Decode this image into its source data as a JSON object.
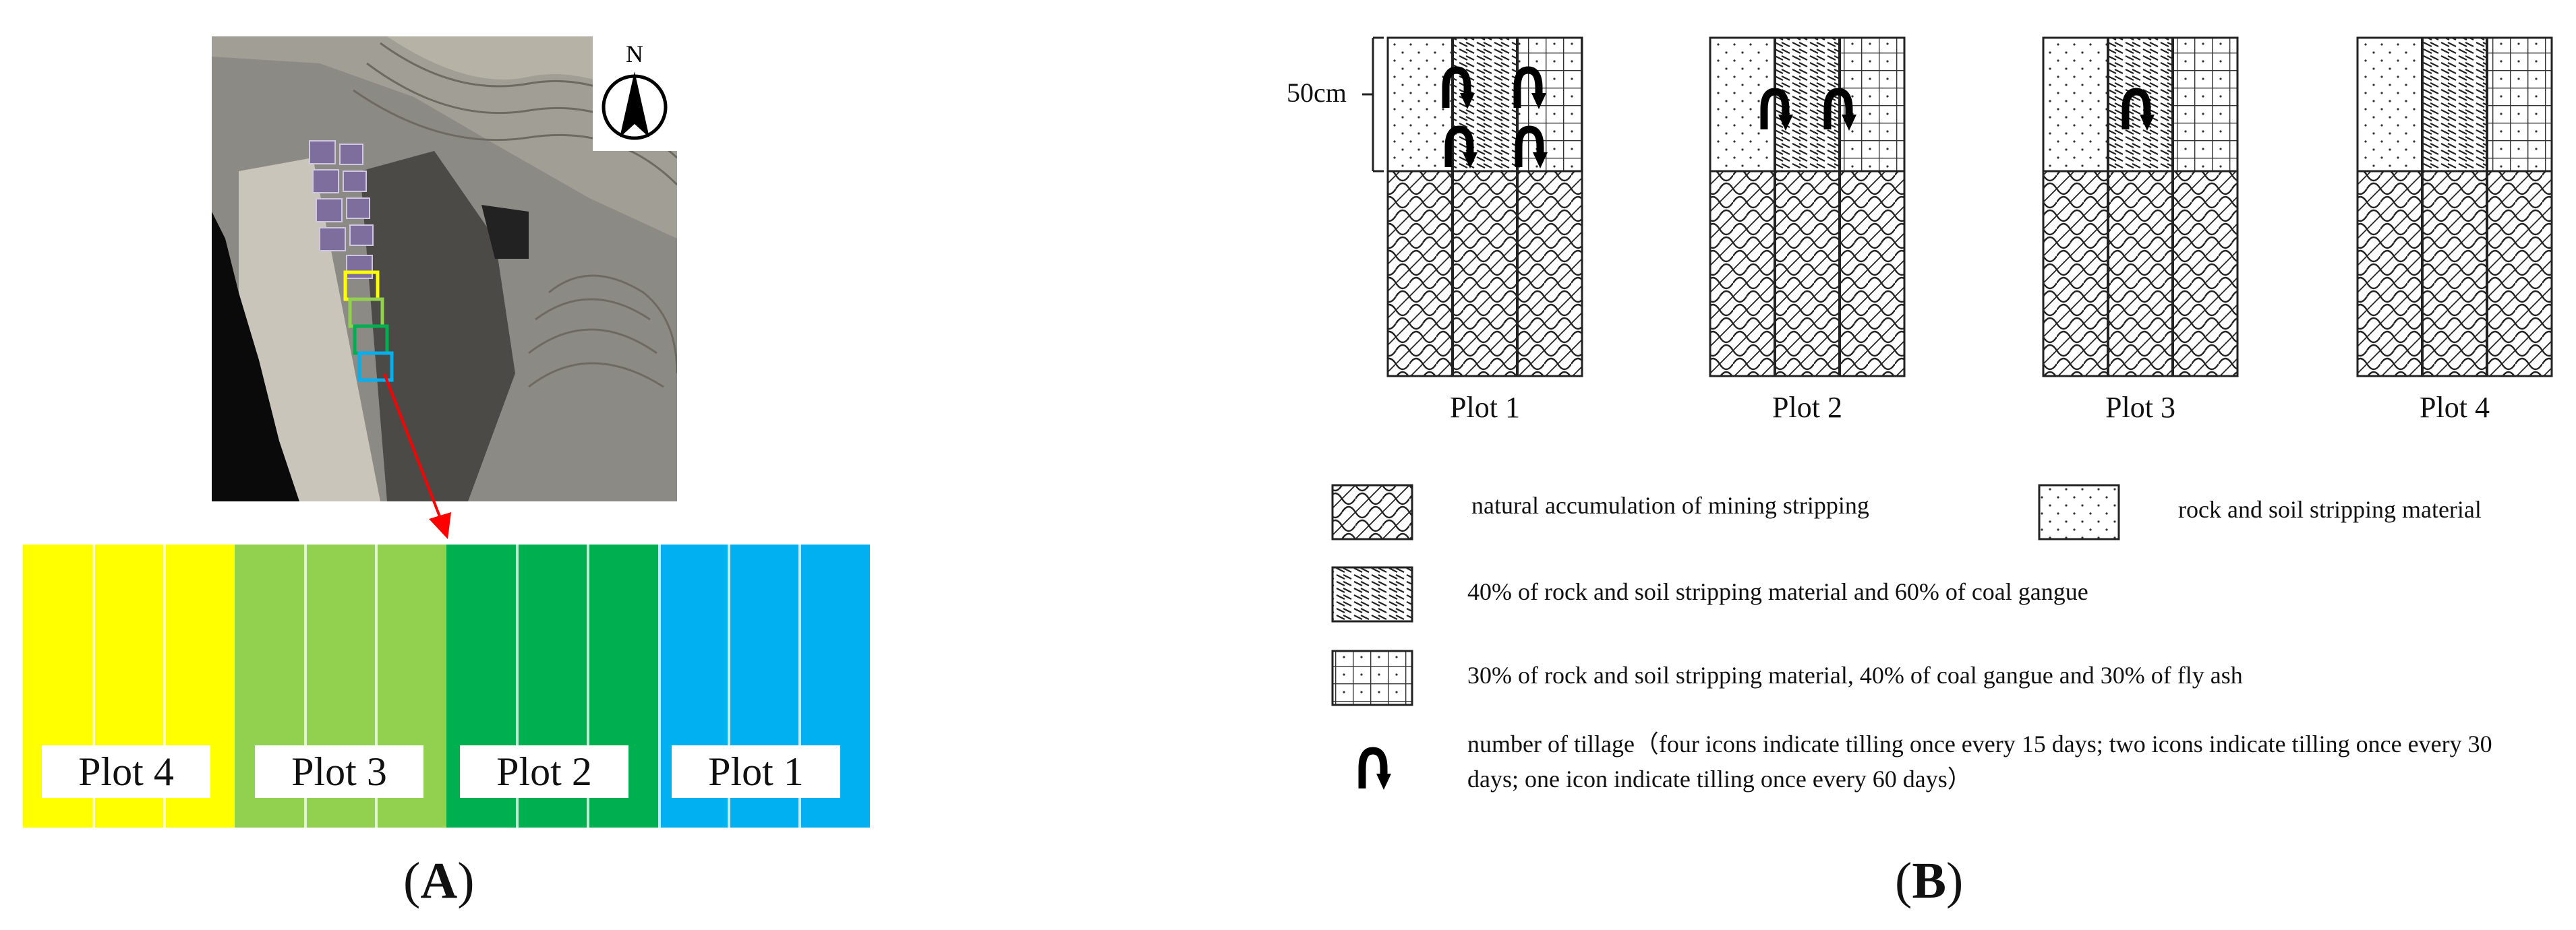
{
  "panel_a": {
    "letter": "A",
    "compass_label": "N",
    "strip": {
      "groups": [
        {
          "label": "Plot 4",
          "color": "#ffff00"
        },
        {
          "label": "Plot 3",
          "color": "#92d050"
        },
        {
          "label": "Plot 2",
          "color": "#00b050"
        },
        {
          "label": "Plot 1",
          "color": "#00b0f0"
        }
      ]
    },
    "arrow_color": "#ff0000",
    "frame_colors": [
      "#ffff00",
      "#92d050",
      "#00b050",
      "#00b0f0"
    ]
  },
  "panel_b": {
    "letter": "B",
    "scale_label": "50cm",
    "plots": [
      {
        "label": "Plot 1",
        "tillage_icons": 4
      },
      {
        "label": "Plot 2",
        "tillage_icons": 2
      },
      {
        "label": "Plot 3",
        "tillage_icons": 1
      },
      {
        "label": "Plot 4",
        "tillage_icons": 0
      }
    ],
    "legend": {
      "natural": "natural accumulation of mining stripping",
      "rock_soil": "rock and soil stripping material",
      "mix_40_60": "40% of rock and soil stripping material and 60% of coal gangue",
      "mix_30_40_30": "30% of rock and soil stripping material, 40% of coal gangue and 30% of fly ash",
      "tillage": "number of tillage（four icons indicate tilling once every 15 days; two icons indicate tilling once every 30 days; one icon indicate tilling once every 60 days）"
    }
  }
}
